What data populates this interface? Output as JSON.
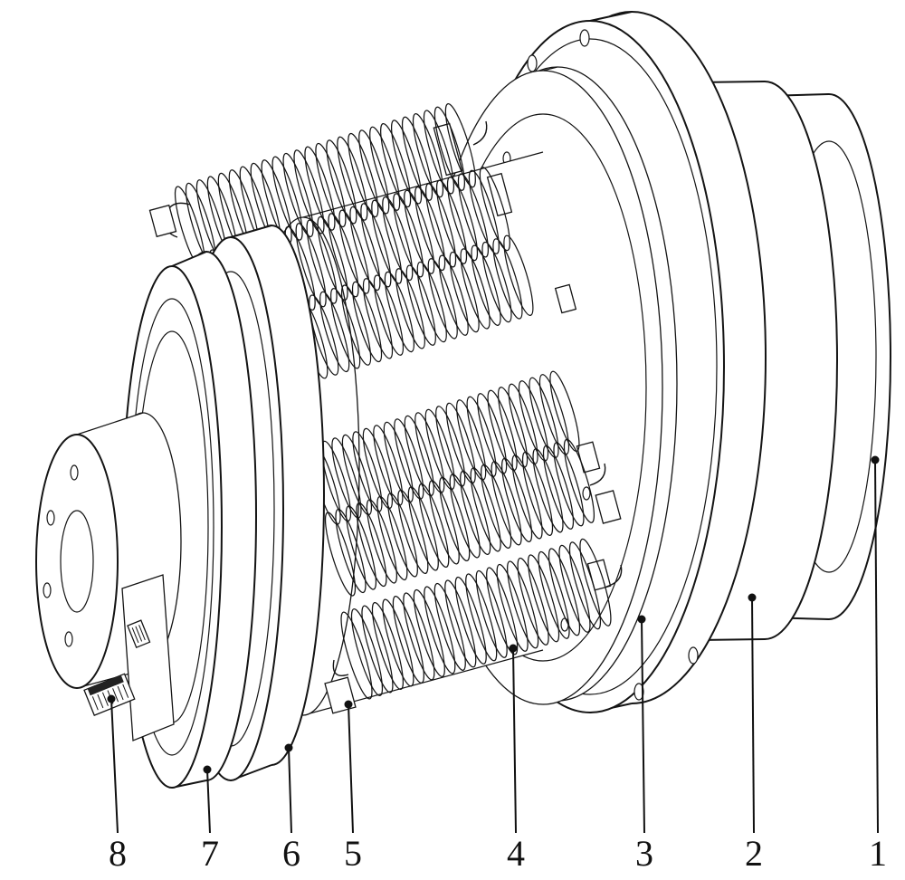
{
  "figure": {
    "background": "#ffffff",
    "stroke_color": "#141414",
    "kind": "isometric line drawing of a cylindrical spring-actuator assembly"
  },
  "callouts": [
    {
      "label": "8"
    },
    {
      "label": "7"
    },
    {
      "label": "6"
    },
    {
      "label": "5"
    },
    {
      "label": "4"
    },
    {
      "label": "3"
    },
    {
      "label": "2"
    },
    {
      "label": "1"
    }
  ]
}
